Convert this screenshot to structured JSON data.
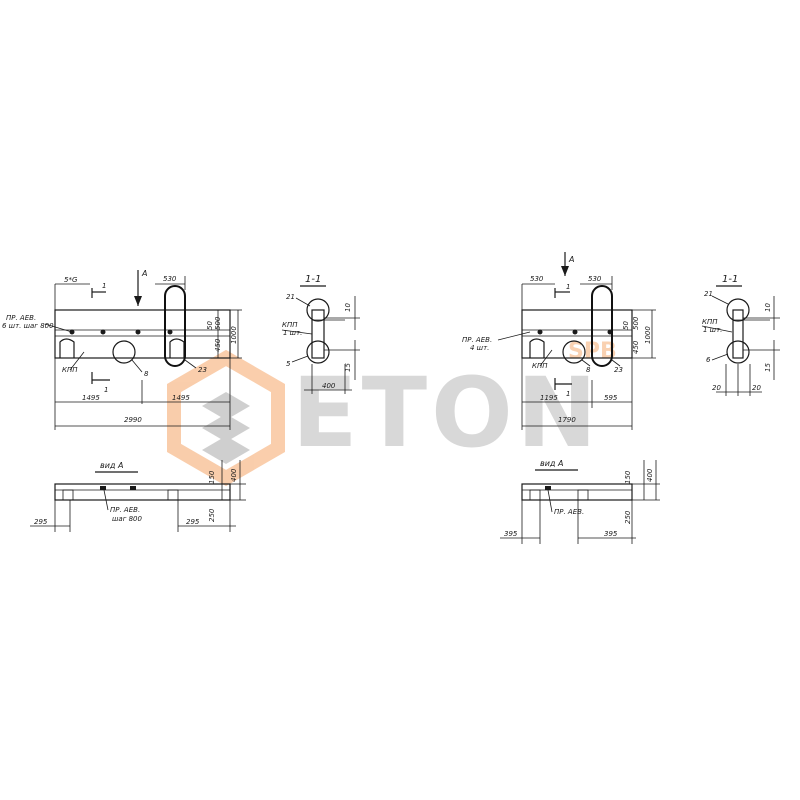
{
  "watermark": {
    "text": "ETON",
    "sub": "SPB",
    "brand_color": "#f28a3a",
    "text_color": "#9a9a9a"
  },
  "left": {
    "elev": {
      "dim_top_left": "5*G",
      "dim_top_right": "530",
      "arrow_view": "A",
      "section_mark_top": "1",
      "section_mark_bottom": "1",
      "callout_rebar": "ПР. АЕВ.",
      "callout_rebar_sub": "6 шт. шаг 800",
      "callout_kpp": "КПП",
      "callout_8": "8",
      "callout_23": "23",
      "dim_50": "50",
      "dim_500": "500",
      "dim_450": "450",
      "dim_1000": "1000",
      "dim_1495a": "1495",
      "dim_1495b": "1495",
      "dim_2990": "2990"
    },
    "section": {
      "title": "1-1",
      "callout_21": "21",
      "callout_kpp": "КПП",
      "callout_kpp_sub": "1 шт.",
      "callout_5": "5",
      "dim_10": "10",
      "dim_15": "15",
      "dim_400": "400"
    },
    "view": {
      "title": "вид А",
      "dim_295a": "295",
      "dim_295b": "295",
      "callout_rebar": "ПР. АЕВ.",
      "callout_rebar_sub": "шаг 800",
      "dim_150": "150",
      "dim_400": "400",
      "dim_250": "250"
    }
  },
  "right": {
    "elev": {
      "dim_top_left": "530",
      "dim_top_right": "530",
      "arrow_view": "A",
      "section_mark_top": "1",
      "section_mark_bottom": "1",
      "callout_rebar": "ПР. АЕВ.",
      "callout_rebar_sub": "4 шт.",
      "callout_kpp": "КПП",
      "callout_8": "8",
      "callout_23": "23",
      "dim_50": "50",
      "dim_500": "500",
      "dim_450": "450",
      "dim_1000": "1000",
      "dim_1195": "1195",
      "dim_595": "595",
      "dim_1790": "1790"
    },
    "section": {
      "title": "1-1",
      "callout_21": "21",
      "callout_kpp": "КПП",
      "callout_kpp_sub": "1 шт.",
      "callout_6": "6",
      "dim_10": "10",
      "dim_15": "15",
      "dim_20a": "20",
      "dim_20b": "20"
    },
    "view": {
      "title": "вид А",
      "dim_395a": "395",
      "dim_395b": "395",
      "callout_rebar": "ПР. АЕВ.",
      "dim_150": "150",
      "dim_400": "400",
      "dim_250": "250"
    }
  }
}
